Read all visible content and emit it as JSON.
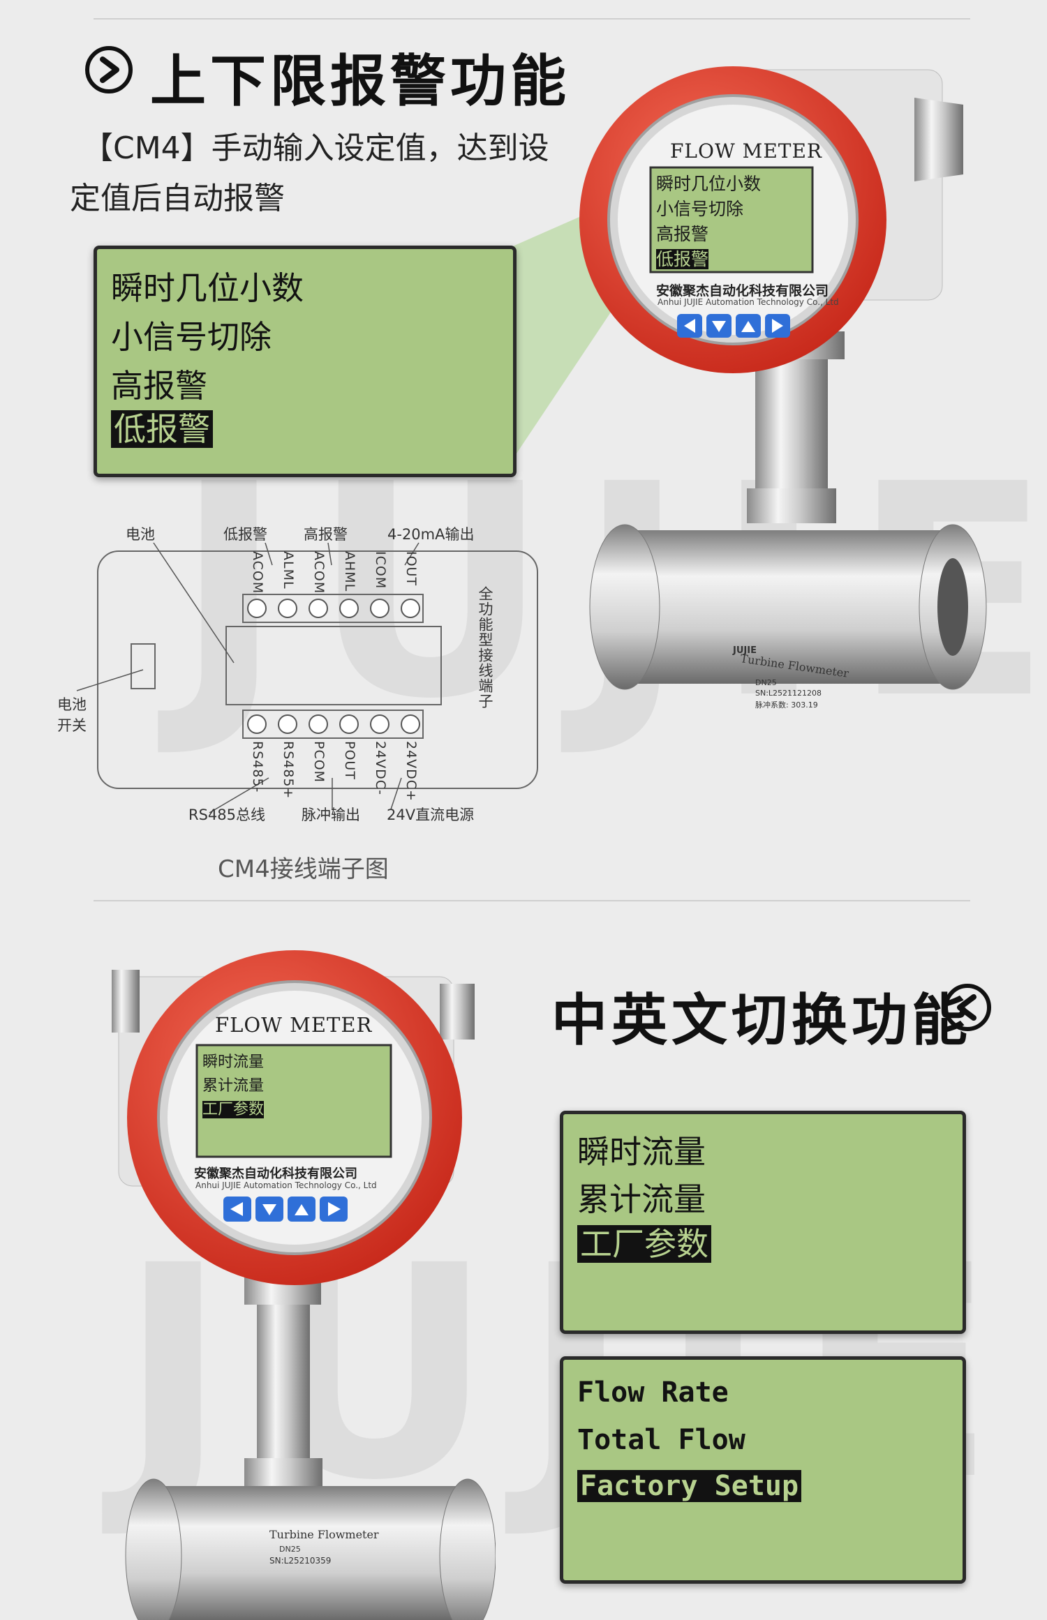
{
  "watermark": "JUJIE",
  "section1": {
    "title": "上下限报警功能",
    "desc_line1": "【CM4】手动输入设定值，达到设",
    "desc_line2": "定值后自动报警",
    "lcd_lines": [
      "瞬时几位小数",
      "小信号切除",
      "高报警",
      "低报警"
    ],
    "device": {
      "brand": "FLOW METER",
      "screen_lines": [
        "瞬时几位小数",
        "小信号切除",
        "高报警",
        "低报警"
      ],
      "company_cn": "安徽聚杰自动化科技有限公司",
      "company_en": "Anhui JUJIE Automation Technology Co., Ltd",
      "nameplate": {
        "logo": "JUJIE",
        "name": "Turbine Flowmeter",
        "dn": "DN25",
        "sn": "SN:L2521121208",
        "coef": "脉冲系数: 303.19"
      }
    }
  },
  "wiring": {
    "labels": {
      "battery": "电池",
      "low_alarm": "低报警",
      "high_alarm": "高报警",
      "ma_output": "4-20mA输出",
      "battery_switch": "电池\n开关",
      "side": "全功能型接线端子",
      "rs485": "RS485总线",
      "pulse": "脉冲输出",
      "power": "24V直流电源"
    },
    "top_terminals": [
      "ACOM",
      "ALML",
      "ACOM",
      "AHML",
      "ICOM",
      "IOUT"
    ],
    "bottom_terminals": [
      "RS485-",
      "RS485+",
      "PCOM",
      "POUT",
      "24VDC-",
      "24VDC+"
    ],
    "caption": "CM4接线端子图"
  },
  "section2": {
    "title": "中英文切换功能",
    "lcd_cn_lines": [
      "瞬时流量",
      "累计流量",
      "工厂参数"
    ],
    "lcd_en_lines": [
      "Flow Rate",
      "Total Flow",
      "Factory Setup"
    ],
    "device": {
      "brand": "FLOW METER",
      "screen_lines": [
        "瞬时流量",
        "累计流量",
        "工厂参数"
      ],
      "company_cn": "安徽聚杰自动化科技有限公司",
      "company_en": "Anhui JUJIE Automation Technology Co., Ltd",
      "nameplate": {
        "name": "Turbine Flowmeter",
        "dn": "DN25",
        "sn": "SN:L25210359"
      }
    }
  },
  "colors": {
    "lcd_green": "#a9c783",
    "housing_red": "#e2412f",
    "button_blue": "#2f6fd8"
  }
}
